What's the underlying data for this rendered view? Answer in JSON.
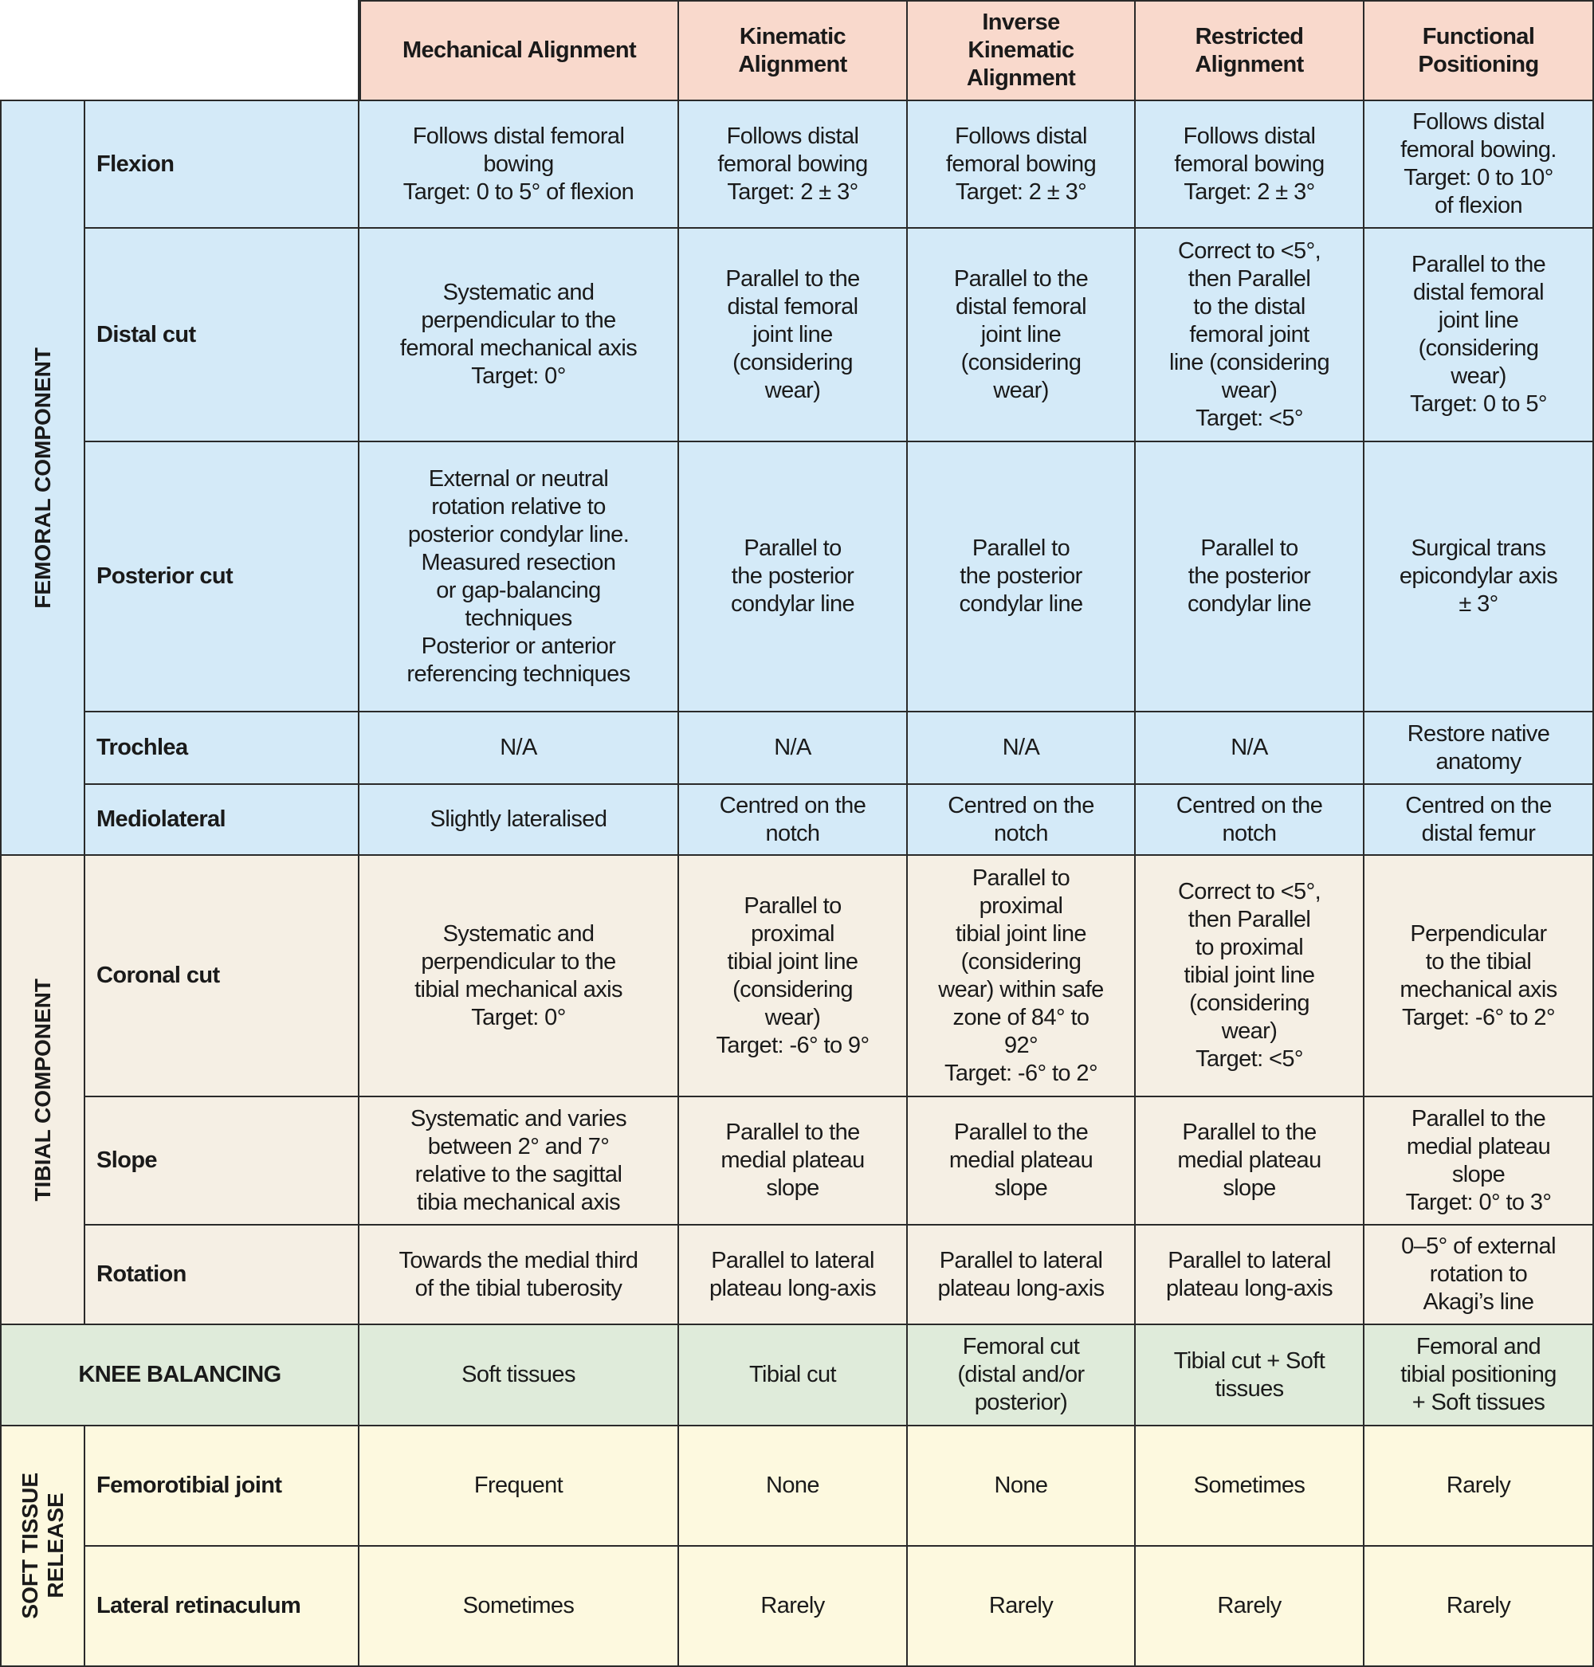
{
  "columns": [
    "Mechanical Alignment",
    "Kinematic\nAlignment",
    "Inverse\nKinematic\nAlignment",
    "Restricted\nAlignment",
    "Functional\nPositioning"
  ],
  "groups": [
    {
      "label": "FEMORAL COMPONENT",
      "theme": "fem",
      "rows": [
        {
          "label": "Flexion",
          "cells": [
            "Follows distal femoral\nbowing\nTarget: 0 to 5° of flexion",
            "Follows distal\nfemoral bowing\nTarget: 2 ± 3°",
            "Follows distal\nfemoral bowing\nTarget: 2 ± 3°",
            "Follows distal\nfemoral bowing\nTarget: 2 ± 3°",
            "Follows distal\nfemoral bowing.\nTarget: 0 to 10°\nof flexion"
          ]
        },
        {
          "label": "Distal cut",
          "cells": [
            "Systematic and\nperpendicular to the\nfemoral mechanical axis\nTarget: 0°",
            "Parallel to the\ndistal femoral\njoint line\n(considering\nwear)",
            "Parallel to the\ndistal femoral\njoint line\n(considering\nwear)",
            "Correct to <5°,\nthen Parallel\nto the distal\nfemoral joint\nline (considering\nwear)\nTarget: <5°",
            "Parallel to the\ndistal femoral\njoint line\n(considering\nwear)\nTarget: 0 to 5°"
          ]
        },
        {
          "label": "Posterior cut",
          "cells": [
            "External or neutral\nrotation relative to\nposterior condylar line.\nMeasured resection\nor gap-balancing\ntechniques\nPosterior or anterior\nreferencing techniques",
            "Parallel to\nthe posterior\ncondylar line",
            "Parallel to\nthe posterior\ncondylar line",
            "Parallel to\nthe posterior\ncondylar line",
            "Surgical trans\nepicondylar axis\n± 3°"
          ]
        },
        {
          "label": "Trochlea",
          "cells": [
            "N/A",
            "N/A",
            "N/A",
            "N/A",
            "Restore native\nanatomy"
          ]
        },
        {
          "label": "Mediolateral",
          "cells": [
            "Slightly lateralised",
            "Centred on the\nnotch",
            "Centred on the\nnotch",
            "Centred on the\nnotch",
            "Centred on the\ndistal femur"
          ]
        }
      ]
    },
    {
      "label": "TIBIAL COMPONENT",
      "theme": "tib",
      "rows": [
        {
          "label": "Coronal cut",
          "cells": [
            "Systematic and\nperpendicular to the\ntibial mechanical axis\nTarget: 0°",
            "Parallel to\nproximal\ntibial joint line\n(considering\nwear)\nTarget: -6° to 9°",
            "Parallel to\nproximal\ntibial joint line\n(considering\nwear) within safe\nzone of 84°  to\n92°\nTarget: -6° to 2°",
            "Correct to <5°,\nthen Parallel\nto proximal\ntibial joint line\n(considering\nwear)\nTarget: <5°",
            "Perpendicular\nto the tibial\nmechanical axis\nTarget: -6° to 2°"
          ]
        },
        {
          "label": "Slope",
          "cells": [
            "Systematic and varies\nbetween 2° and 7°\nrelative to the sagittal\ntibia mechanical axis",
            "Parallel to the\nmedial plateau\nslope",
            "Parallel to the\nmedial plateau\nslope",
            "Parallel to the\nmedial plateau\nslope",
            "Parallel to the\nmedial plateau\nslope\nTarget:  0° to 3°"
          ]
        },
        {
          "label": "Rotation",
          "cells": [
            "Towards the medial third\nof the tibial tuberosity",
            "Parallel to lateral\nplateau long-axis",
            "Parallel to lateral\nplateau long-axis",
            "Parallel to lateral\nplateau long-axis",
            "0–5° of external\nrotation to\nAkagi’s line"
          ]
        }
      ]
    }
  ],
  "knee_balancing": {
    "label": "KNEE BALANCING",
    "cells": [
      "Soft tissues",
      "Tibial cut",
      "Femoral cut\n(distal and/or\nposterior)",
      "Tibial cut + Soft\ntissues",
      "Femoral and\ntibial positioning\n+ Soft tissues"
    ]
  },
  "soft_tissue": {
    "label": "SOFT TISSUE\nRELEASE",
    "rows": [
      {
        "label": "Femorotibial joint",
        "cells": [
          "Frequent",
          "None",
          "None",
          "Sometimes",
          "Rarely"
        ]
      },
      {
        "label": "Lateral retinaculum",
        "cells": [
          "Sometimes",
          "Rarely",
          "Rarely",
          "Rarely",
          "Rarely"
        ]
      }
    ]
  }
}
